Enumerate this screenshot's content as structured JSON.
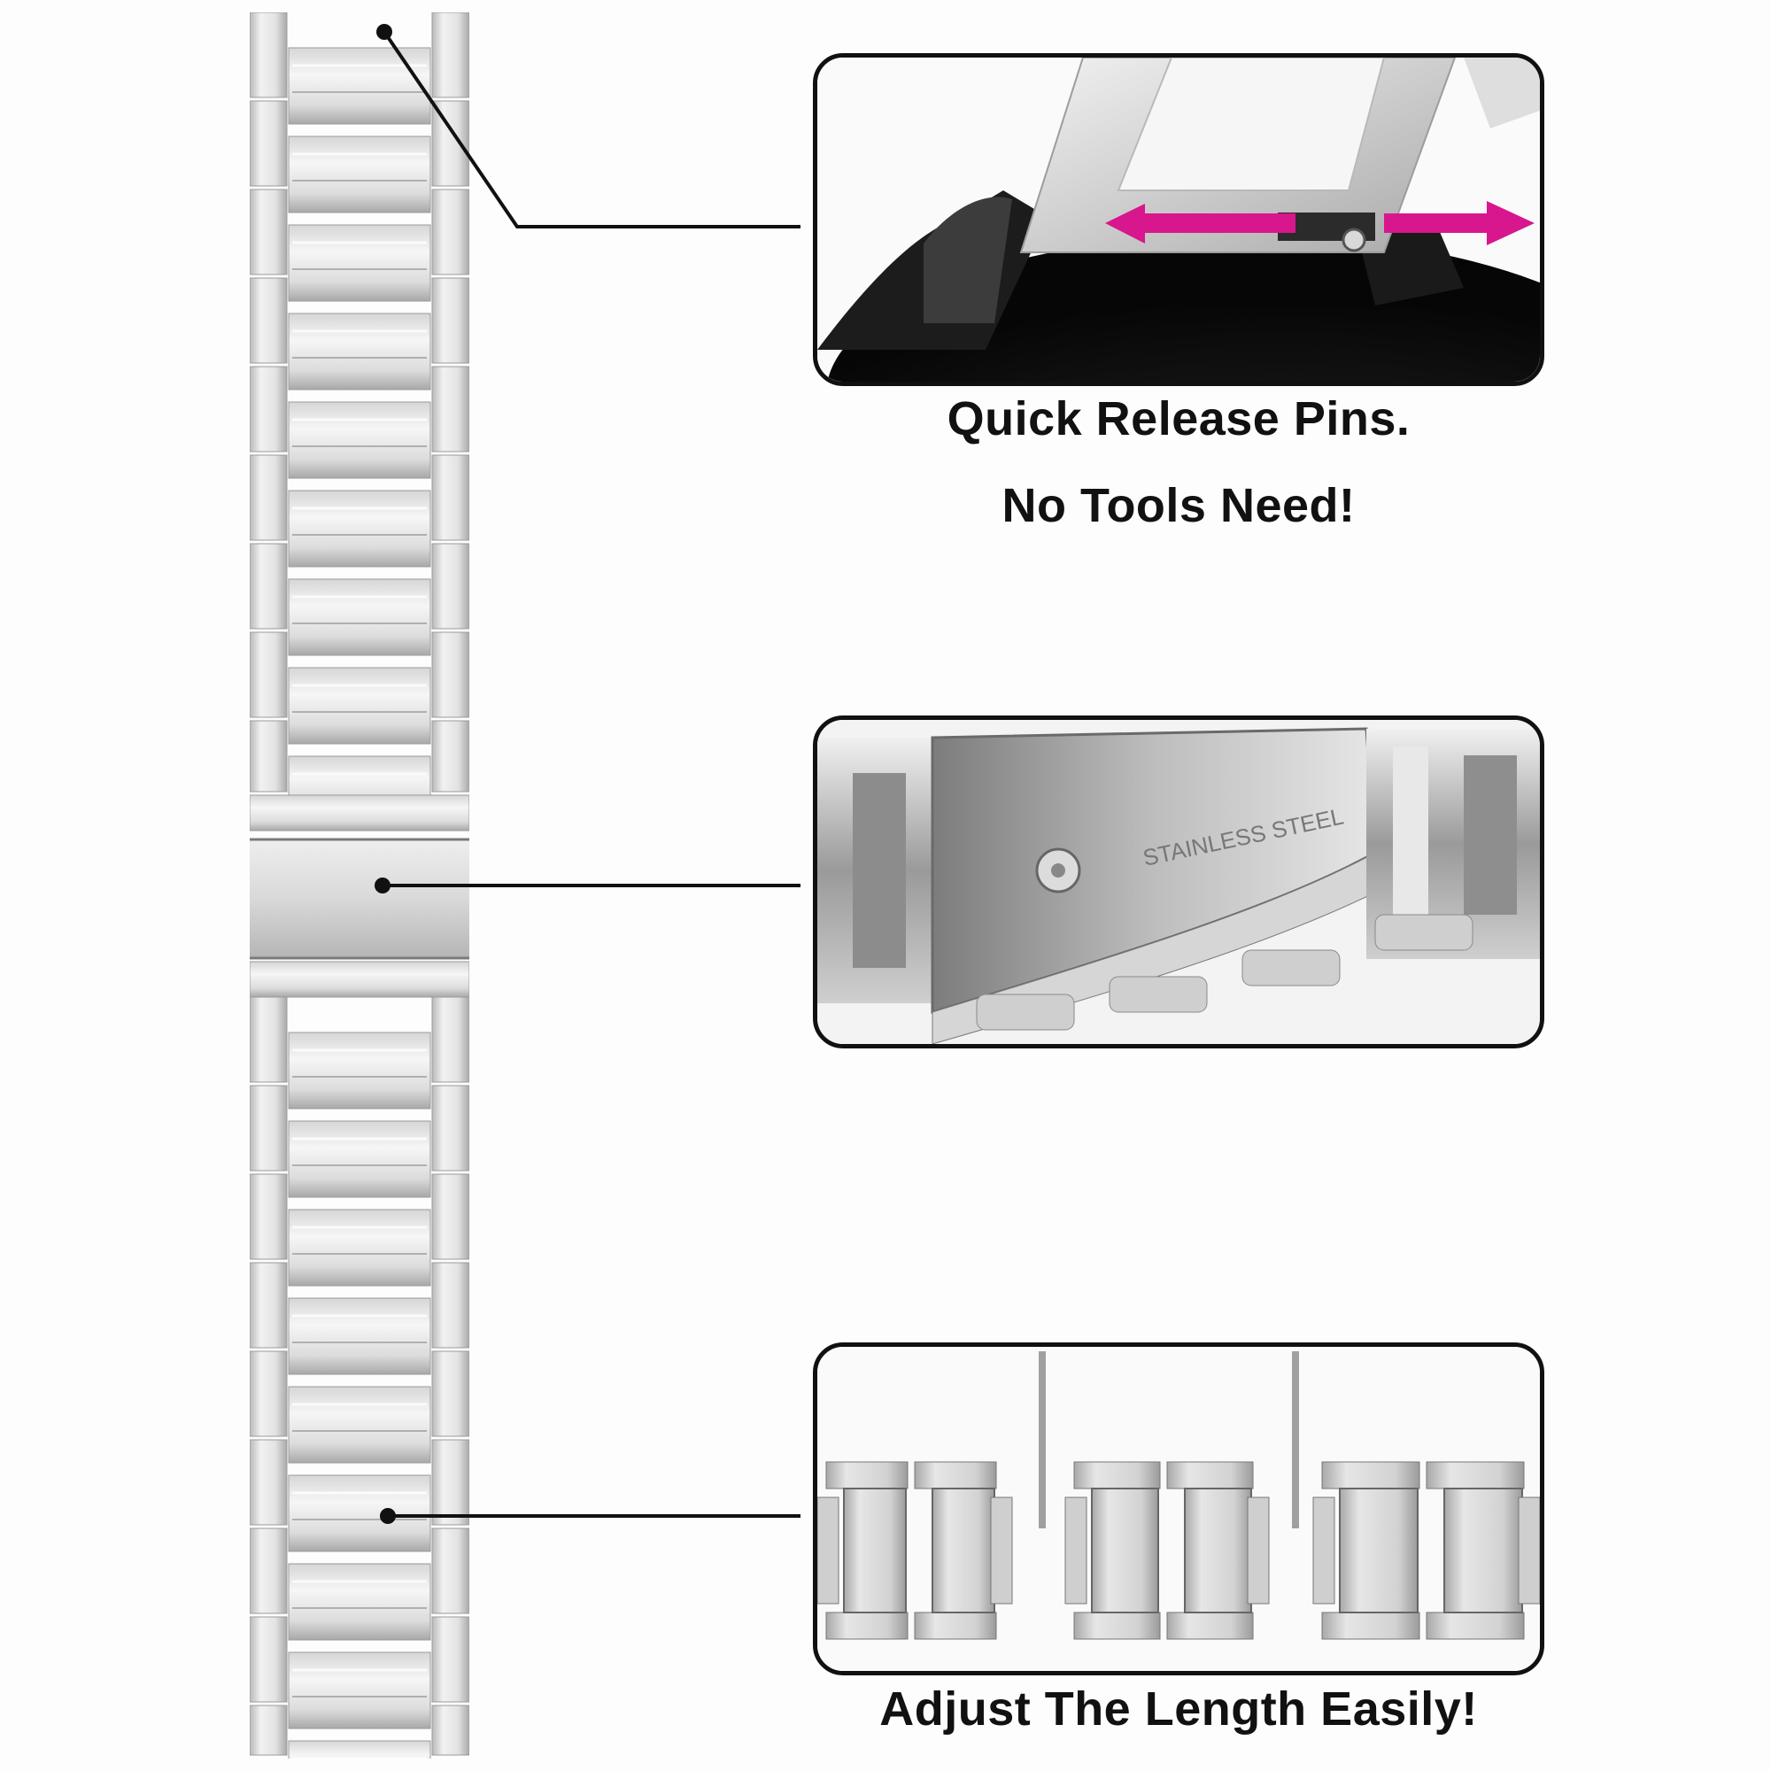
{
  "features": [
    {
      "id": "quick-release",
      "caption_lines": [
        "Quick Release Pins.",
        "No Tools Need!"
      ]
    },
    {
      "id": "clasp",
      "engraving": "STAINLESS STEEL"
    },
    {
      "id": "adjust-length",
      "caption_lines": [
        "Adjust The Length Easily!"
      ]
    }
  ],
  "colors": {
    "metal_light": "#e9e9e9",
    "metal_mid": "#c6c6c6",
    "metal_dark": "#8a8a8a",
    "arrow": "#d8168e",
    "outline": "#111111"
  }
}
